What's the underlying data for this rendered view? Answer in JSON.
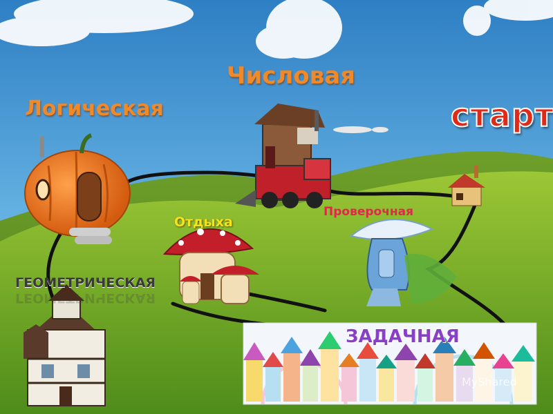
{
  "labels": {
    "start": "старт",
    "chislovaya": "Числовая",
    "logicheskaya": "Логическая",
    "otdykha": "Отдыха",
    "proverochnaya": "Проверочная",
    "geometricheskaya": "ГЕОМЕТРИЧЕСКАЯ",
    "zadachnaya": "ЗАДАЧНАЯ"
  },
  "watermark": "MyShared",
  "colors": {
    "sky": "#3f9bd6",
    "hill": "#86b52a",
    "start_label": "#e02a17",
    "orange_label": "#f0892a",
    "otdykha_label": "#f4e21c",
    "proverochnaya_label": "#e0284a",
    "zadachnaya_label": "#8a3fc7"
  }
}
